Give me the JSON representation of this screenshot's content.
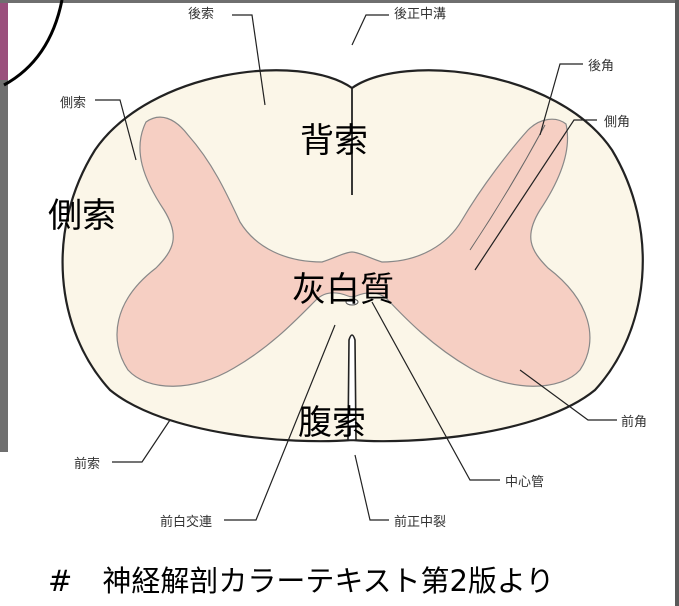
{
  "labels": {
    "posterior_funiculus": "後索",
    "posterior_median_sulcus": "後正中溝",
    "posterior_horn": "後角",
    "lateral_funiculus_small": "側索",
    "lateral_horn": "側角",
    "anterior_funiculus": "前索",
    "anterior_horn": "前角",
    "central_canal": "中心管",
    "anterior_white_commissure": "前白交連",
    "anterior_median_fissure": "前正中裂"
  },
  "overlay": {
    "dorsal": "背索",
    "lateral": "側索",
    "grey_matter": "灰白質",
    "ventral": "腹索"
  },
  "caption": {
    "hash": "#",
    "text": "神経解剖カラーテキスト第2版より"
  },
  "colors": {
    "white_matter": "#fbf6e8",
    "grey_matter": "#f6cfc3",
    "outline": "#222222"
  }
}
